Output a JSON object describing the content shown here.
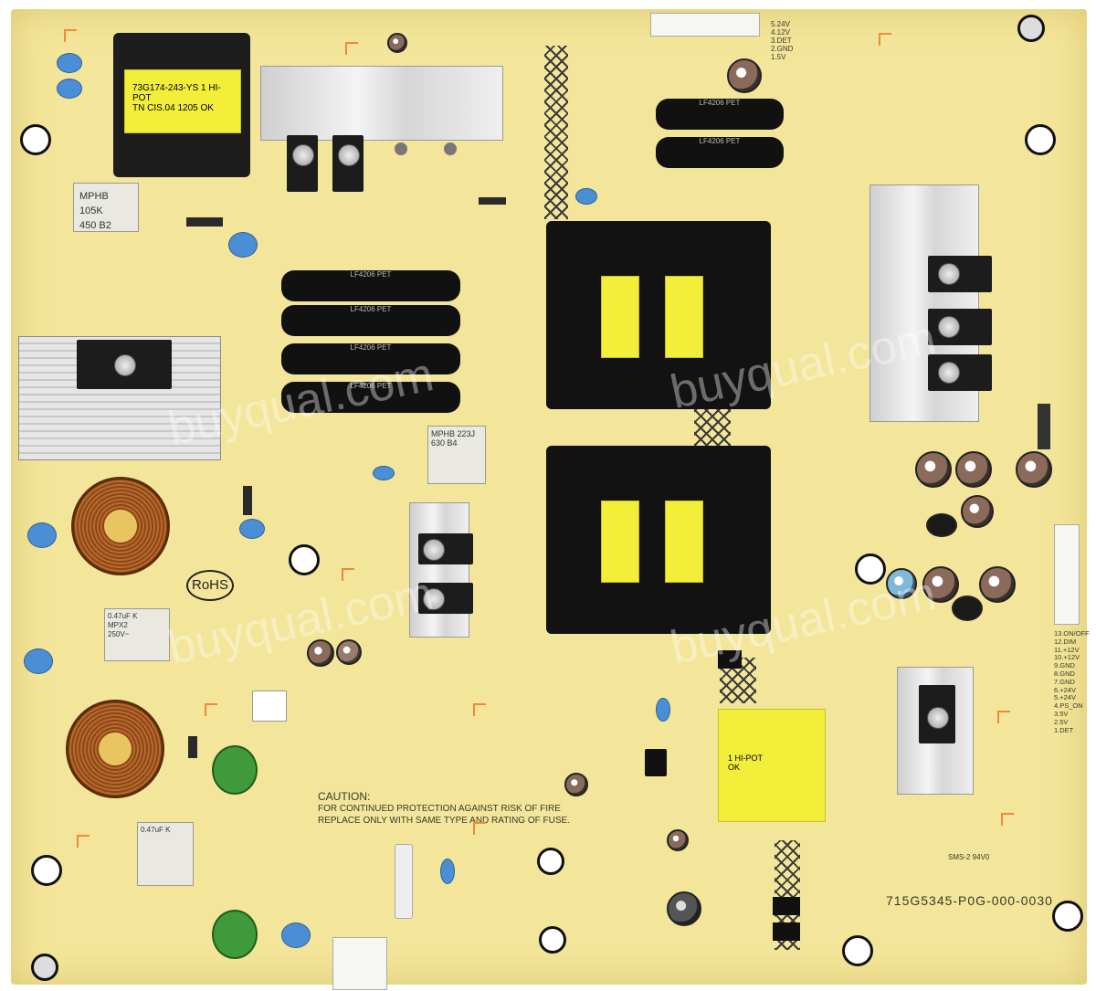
{
  "board": {
    "transformer_label": [
      "73G174-243-YS 1 HI-POT",
      "TN CIS.04 1205 OK"
    ],
    "film_cap_label": [
      "MPHB 105K",
      "450 B2"
    ],
    "x_cap_1_label": [
      "0.47uF K",
      "MPX2",
      "250V~"
    ],
    "x_cap_2_label": [
      "0.47uF K"
    ],
    "rohs": "RoHS",
    "caution_title": "CAUTION:",
    "caution_body": [
      "FOR CONTINUED PROTECTION AGAINST RISK OF FIRE",
      "REPLACE ONLY WITH SAME TYPE AND RATING OF FUSE."
    ],
    "part_number": "715G5345-P0G-000-0030",
    "cap_bank_text": "LF4206 PET",
    "small_xfmr_label": [
      "1 HI-POT",
      "OK"
    ],
    "connector_pins": [
      "13.ON/OFF",
      "12.DIM",
      "11.+12V",
      "10.+12V",
      "9.GND",
      "8.GND",
      "7.GND",
      "6.+24V",
      "5.+24V",
      "4.PS_ON",
      "3.5V",
      "2.5V",
      "1.DET"
    ],
    "top_pins": [
      "1.5V",
      "2.GND",
      "3.DET",
      "4.12V",
      "5.24V"
    ],
    "rating": "SMS-2 94V0",
    "watermark": "buyqual.com",
    "mid_cap_label": [
      "MPHB 223J",
      "630 B4"
    ]
  }
}
